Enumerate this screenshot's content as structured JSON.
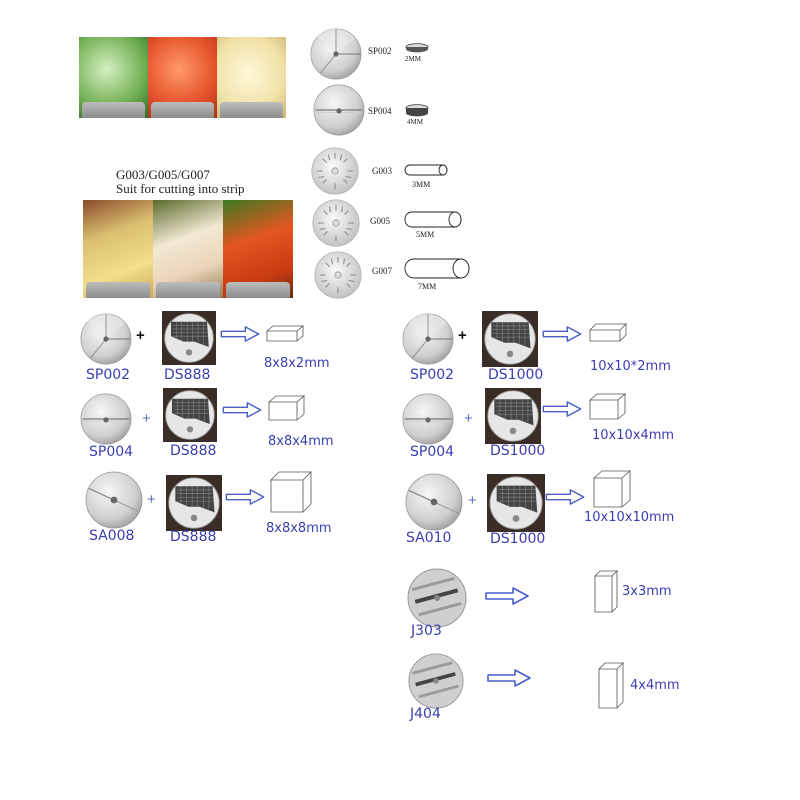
{
  "slicing_blades": [
    {
      "code": "SP002",
      "thickness": "2MM"
    },
    {
      "code": "SP004",
      "thickness": "4MM"
    }
  ],
  "strip_section": {
    "title": "G003/G005/G007",
    "subtitle": "Suit for cutting into strip"
  },
  "grating_blades": [
    {
      "code": "G003",
      "size": "3MM"
    },
    {
      "code": "G005",
      "size": "5MM"
    },
    {
      "code": "G007",
      "size": "7MM"
    }
  ],
  "dicing_left": [
    {
      "blade": "SP002",
      "grid": "DS888",
      "result": "8x8x2mm"
    },
    {
      "blade": "SP004",
      "grid": "DS888",
      "result": "8x8x4mm"
    },
    {
      "blade": "SA008",
      "grid": "DS888",
      "result": "8x8x8mm"
    }
  ],
  "dicing_right": [
    {
      "blade": "SP002",
      "grid": "DS1000",
      "result": "10x10*2mm"
    },
    {
      "blade": "SP004",
      "grid": "DS1000",
      "result": "10x10x4mm"
    },
    {
      "blade": "SA010",
      "grid": "DS1000",
      "result": "10x10x10mm"
    }
  ],
  "julienne": [
    {
      "blade": "J303",
      "result": "3x3mm"
    },
    {
      "blade": "J404",
      "result": "4x4mm"
    }
  ],
  "colors": {
    "label_blue": "#3a3fb0",
    "arrow_blue": "#4a5fc8"
  }
}
